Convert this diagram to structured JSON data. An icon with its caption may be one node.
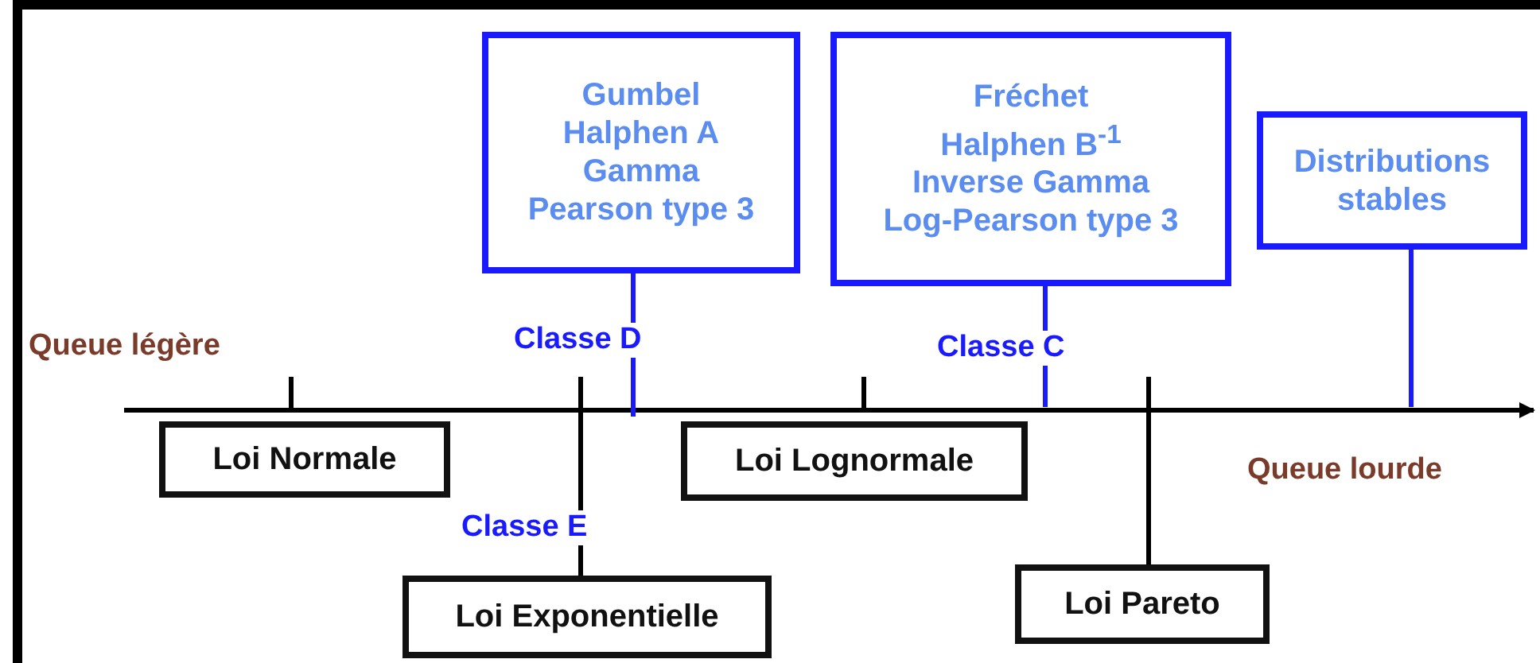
{
  "diagram": {
    "nodes": [
      {
        "text": [
          "Gumbel",
          "Halphen A",
          "Gamma",
          "Pearson type 3"
        ]
      },
      {
        "text": [
          "Fréchet",
          "Halphen B$^{-1}$",
          "Inverse Gamma",
          "Log-Pearson type 3"
        ]
      },
      {
        "text": [
          "Distributions stables"
        ]
      },
      {
        "text": [
          "Loi Normale"
        ]
      },
      {
        "text": [
          "Loi Lognormale"
        ]
      },
      {
        "text": [
          "Loi Exponentielle"
        ]
      },
      {
        "text": [
          "Loi Pareto"
        ]
      }
    ],
    "edges": [
      {
        "from": 0,
        "to": null,
        "arrow": "none"
      },
      {
        "from": 1,
        "to": null,
        "arrow": "none"
      },
      {
        "from": 2,
        "to": null,
        "arrow": "none"
      },
      {
        "from": 5,
        "to": null,
        "arrow": "none",
        "color": "#000000"
      },
      {
        "from": 6,
        "to": null,
        "arrow": "none",
        "color": "#000000"
      }
    ],
    "labels": [
      "Queue légère",
      "Classe D",
      "Classe C",
      "Classe E",
      "Queue lourde"
    ]
  }
}
